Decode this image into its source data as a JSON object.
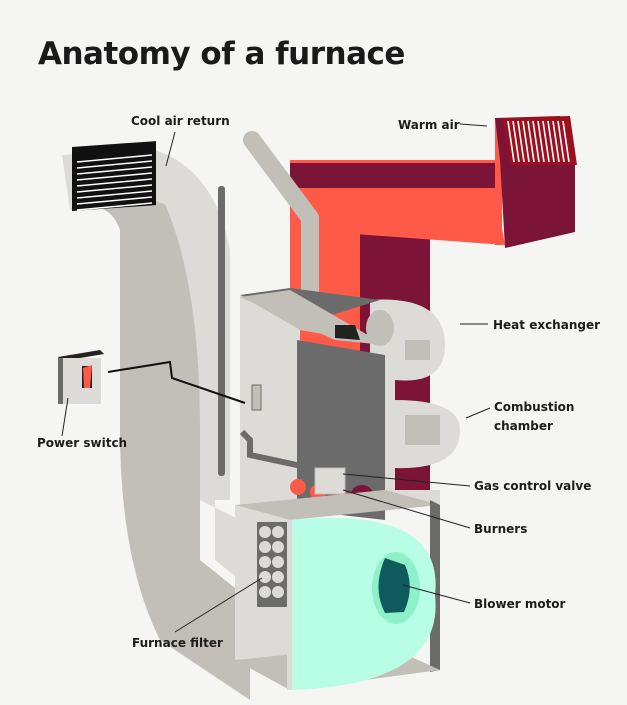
{
  "title": "Anatomy of a furnace",
  "labels": {
    "cool_air_return": "Cool air return",
    "warm_air": "Warm air",
    "heat_exchanger": "Heat exchanger",
    "combustion_chamber_1": "Combustion",
    "combustion_chamber_2": "chamber",
    "power_switch": "Power switch",
    "gas_control_valve": "Gas control valve",
    "burners": "Burners",
    "blower_motor": "Blower motor",
    "furnace_filter": "Furnace filter"
  },
  "colors": {
    "background": "#f5f5f4",
    "duct_light": "#dcdbd7",
    "duct_mid": "#c2bfb9",
    "duct_dark": "#6b6b6b",
    "warm_red": "#ff5a47",
    "warm_dark": "#7b1436",
    "blower_mint": "#b8fde6",
    "blower_hub": "#0e5a5c",
    "text": "#1c1c1c"
  }
}
